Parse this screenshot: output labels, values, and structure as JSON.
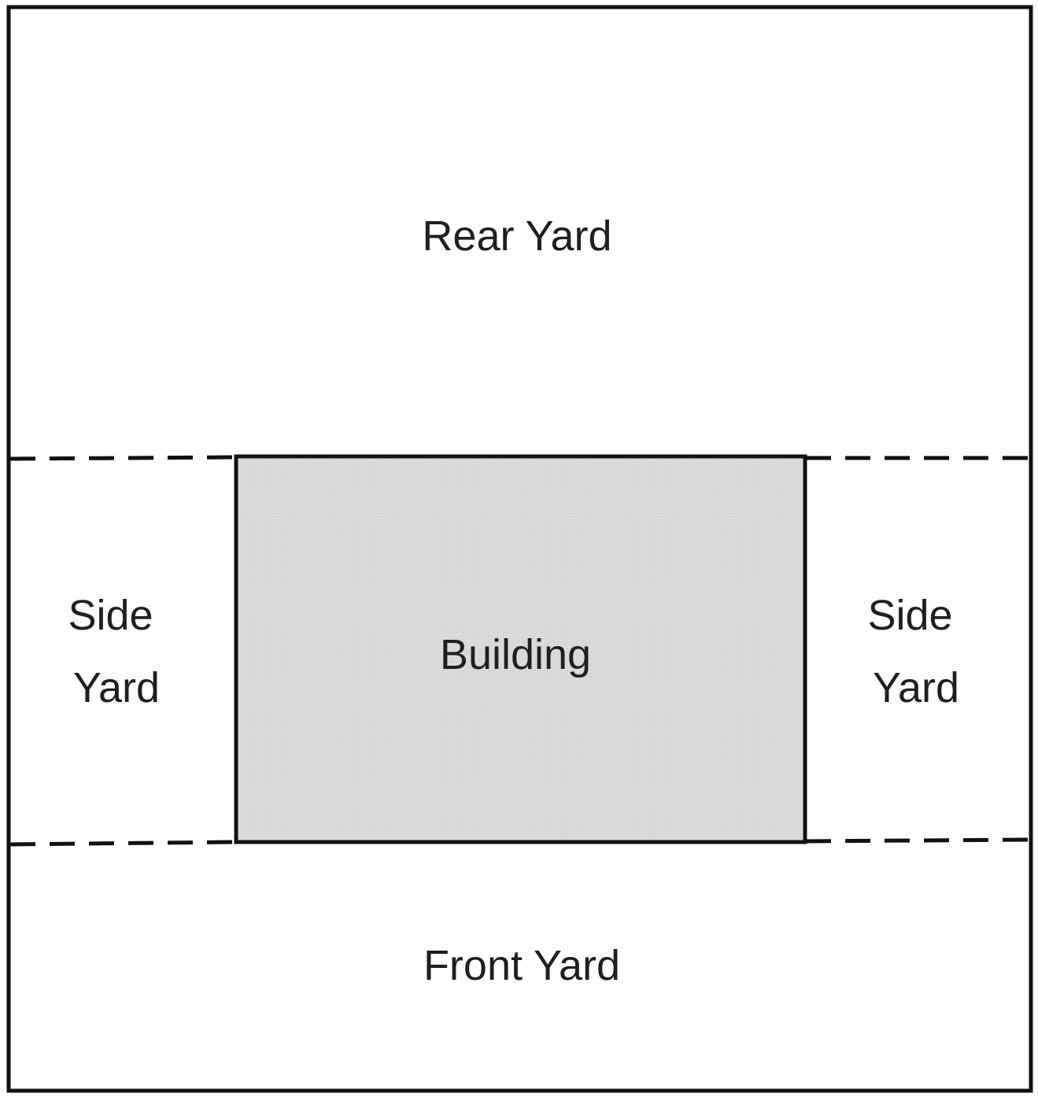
{
  "labels": {
    "rear_yard": "Rear Yard",
    "side_yard_left": [
      "Side",
      "Yard"
    ],
    "side_yard_right": [
      "Side",
      "Yard"
    ],
    "building": "Building",
    "front_yard": "Front Yard"
  },
  "colors": {
    "outline": "#111111",
    "building_fill": "#d9d9d9",
    "background": "#ffffff",
    "text": "#1f1f1f"
  }
}
